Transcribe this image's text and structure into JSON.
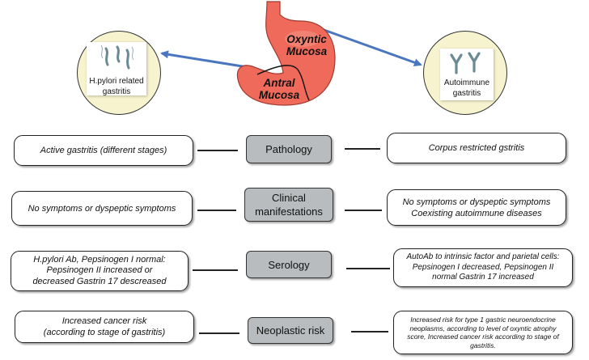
{
  "left_node": {
    "caption": "H.pylori related\ngastritis"
  },
  "right_node": {
    "caption": "Autoimmune\ngastritis"
  },
  "stomach": {
    "oxyntic_label": "Oxyntic\nMucosa",
    "antral_label": "Antral\nMucosa"
  },
  "colors": {
    "arrow": "#4a76c0",
    "stomach": "#ef6a5a",
    "circle_fill": "#f7f3cf",
    "category_fill": "#b9bcbe"
  },
  "rows": [
    {
      "category": "Pathology",
      "left": "Active gastritis (different stages)",
      "right": "Corpus restricted gstritis"
    },
    {
      "category": "Clinical\nmanifestations",
      "left": "No symptoms or dyspeptic symptoms",
      "right": "No symptoms or dyspeptic symptoms\nCoexisting autoimmune diseases"
    },
    {
      "category": "Serology",
      "left": "H.pylori Ab, Pepsinogen I normal:\nPepsinogen II increased or\ndecreased Gastrin 17 descreased",
      "right": "AutoAb to intrinsic factor and parietal cells:\nPepsinogen I decreased, Pepsinogen II\nnormal Gastrin 17 increased"
    },
    {
      "category": "Neoplastic risk",
      "left": "Increased cancer risk\n(according to stage of gastritis)",
      "right": "Increased risk for type 1 gastric neuroendocrine\nneoplasms, according to level of oxyntic atrophy\nscore, Increased cancer risk according to stage of\ngastritis."
    }
  ]
}
